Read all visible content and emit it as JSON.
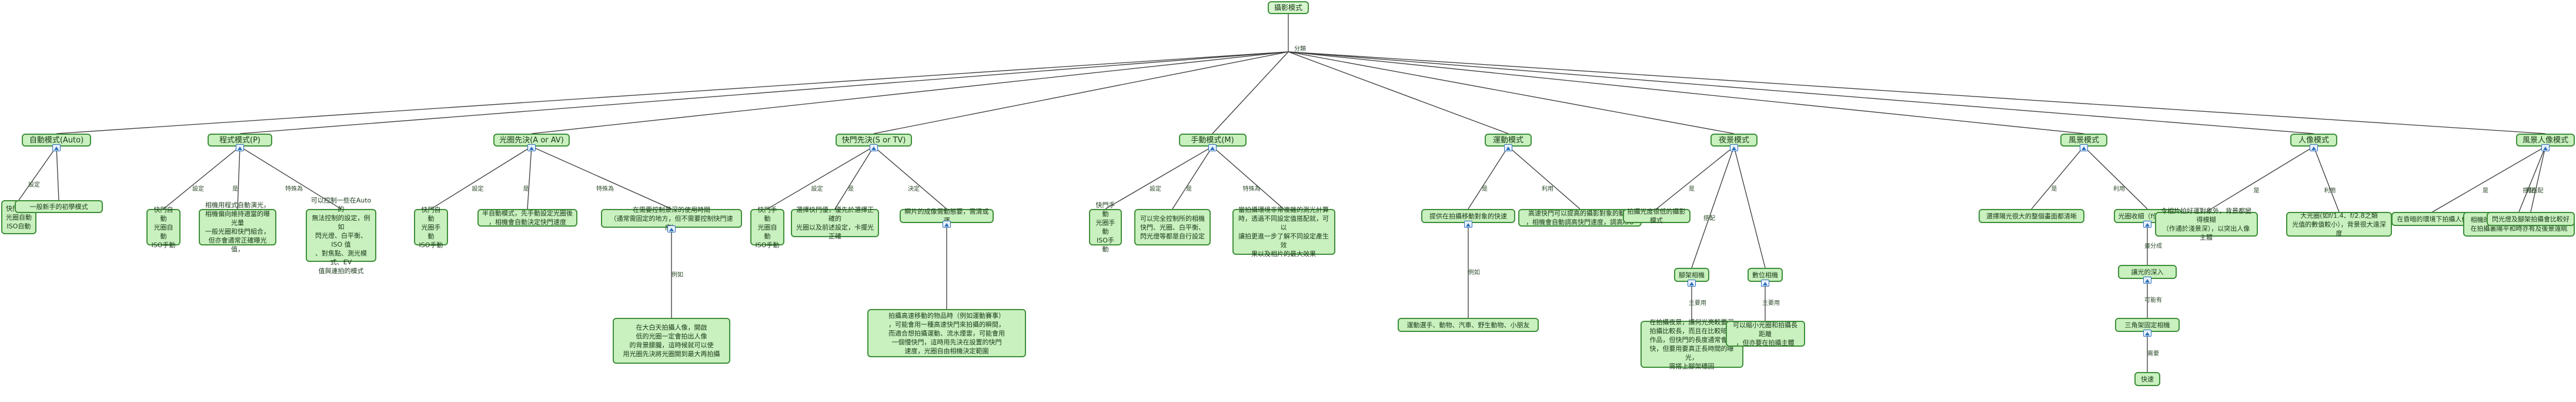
{
  "root": "攝影模式",
  "hub_label": "分類",
  "branches": [
    {
      "label": "自動模式(Auto)",
      "children": [
        {
          "edge": "設定",
          "text": "快門自動\n光圈自動\nISO自動"
        },
        {
          "edge": "",
          "text": "一般新手的初學模式"
        }
      ]
    },
    {
      "label": "程式模式(P)",
      "children": [
        {
          "edge": "設定",
          "text": "快門自動\n光圈自動\nISO手動"
        },
        {
          "edge": "是",
          "text": "相機用程式自動演光，\n相機偏向維持適當的曝光量\n一般光圈和快門組合，\n但亦會通常正確曝光值，"
        },
        {
          "edge": "特殊為",
          "text": "可以控制一些在Auto的\n無法控制的設定，例如\n閃光燈、白平衡、ISO 值\n、對焦點、測光模式、EV\n值與連拍的模式"
        }
      ]
    },
    {
      "label": "光圈先決(A or AV)",
      "children": [
        {
          "edge": "設定",
          "text": "快門自動\n光圈手動\nISO手動"
        },
        {
          "edge": "是",
          "text": "半自動模式，先手動設定光圈後\n，相機會自動決定快門速度"
        },
        {
          "edge": "特殊為",
          "text": "在需要控制景深的使用時間\n（通常需固定的地方，但不需要控制快門速度）",
          "sub": {
            "edge": "例如",
            "text": "在大白天拍攝人像，開啟\n低的光圈一定會拍出人像\n的背景朦朧，這時候就可以使\n用光圈先決將光圈開到最大再拍攝"
          }
        }
      ]
    },
    {
      "label": "快門先決(S or TV)",
      "children": [
        {
          "edge": "設定",
          "text": "快門手動\n光圈自動\nISO手動"
        },
        {
          "edge": "是",
          "text": "選擇快門優，優先於選擇正確的\n光圈以及前述設定，卡擺光正確"
        },
        {
          "edge": "決定",
          "text": "瞬片的成像需動態要，需清或運",
          "sub": {
            "edge": "",
            "text": "拍攝高速移動的物品時（例如運動賽事）\n，可能會用一種高速快門來拍攝的瞬間，\n而適合想拍攝運動、流水煙雲，可能會用\n一個慢快門，這時用先決在設置的快門\n速度，光圈自由相機決定範圍"
          }
        }
      ]
    },
    {
      "label": "手動模式(M)",
      "children": [
        {
          "edge": "設定",
          "text": "快門手動\n光圈手動\nISO手動"
        },
        {
          "edge": "是",
          "text": "可以完全控制所的相機\n快門、光圈、白平衡、\n閃光燈等都是自行設定"
        },
        {
          "edge": "特殊為",
          "text": "當拍攝環境非常複雜的測光計算\n時，透過不同設定值搭配就，可以\n讓拍更進一步了解不同設定產生效\n果以及相片的最大效果"
        }
      ]
    },
    {
      "label": "運動模式",
      "children": [
        {
          "edge": "是",
          "text": "提供在拍攝移動對象的快速",
          "sub": {
            "edge": "例如",
            "text": "運動選手、動物、汽車、野生動物、小朋友"
          }
        },
        {
          "edge": "利用",
          "text": "高速快門可以提高的攝影對象的動作\n，相機會自動調高快門速度，調高ISO"
        }
      ]
    },
    {
      "label": "夜景模式",
      "children": [
        {
          "edge": "是",
          "text": "拍攝光度很低的攝影模式"
        },
        {
          "edge": "搭配",
          "text": "腳架相機",
          "sub": {
            "edge": "主要用",
            "text": "在拍攝夜景，讓何光亮較要深\n拍攝比較長，而且在比較暗的\n作品，但快門的長度通常會加\n快，但要用要真正長時間的曝光，\n需搭上腳架穩固"
          }
        },
        {
          "edge": "",
          "text": "數位相機",
          "sub": {
            "edge": "主要用",
            "text": "可以縮小光圈和拍攝長距離\n，但亦要在拍攝主體"
          }
        }
      ]
    },
    {
      "label": "風景模式",
      "children": [
        {
          "edge": "是",
          "text": "選擇陽光很大的整個畫面都清晰"
        },
        {
          "edge": "利用",
          "text": "光圈收細（f值變大）",
          "sub": {
            "edge": "畫分成",
            "text": "讓光的深入",
            "sub": {
              "edge": "可能有",
              "text": "三角架固定相機",
              "sub": {
                "edge": "需要",
                "text": "快速"
              }
            }
          }
        }
      ]
    },
    {
      "label": "人像模式",
      "children": [
        {
          "edge": "是",
          "text": "令相片拍好運對象外，背景都變得模糊\n（作通於淺景深），以突出人像主體"
        },
        {
          "edge": "利用",
          "text": "大光圈(如f/1.4、f/2.8之類\n光值的數值較小），背景很大遠深度"
        }
      ]
    },
    {
      "label": "風景人像模式",
      "children": [
        {
          "edge": "是",
          "text": "在昏暗的環境下拍攝人像"
        },
        {
          "edge": "搭配",
          "text": "相機的快門速度，以長時間曝光，\n在拍攝裏陽平和時亦有及後景遠眺"
        },
        {
          "edge": "可搭配",
          "text": "閃光燈及腳架拍攝會比較好"
        }
      ]
    }
  ]
}
